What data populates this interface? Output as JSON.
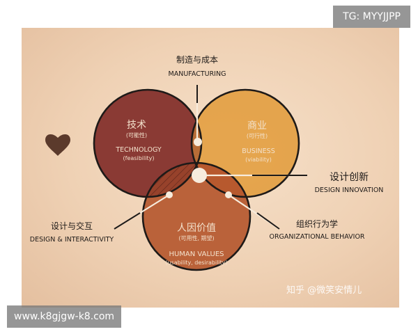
{
  "watermarks": {
    "top_right": "TG: MYYJJPP",
    "bottom_left": "www.k8gjgw-k8.com",
    "zhihu": "知乎 @微笑安情儿"
  },
  "diagram": {
    "circles": {
      "technology": {
        "zh": "技术",
        "zh_sub": "(可能性)",
        "en": "TECHNOLOGY",
        "en_sub": "(feasibility)"
      },
      "business": {
        "zh": "商业",
        "zh_sub": "(可行性)",
        "en": "BUSINESS",
        "en_sub": "(viability)"
      },
      "human": {
        "zh": "人因价值",
        "zh_sub": "(可用性, 期望)",
        "en": "HUMAN VALUES",
        "en_sub": "(usability, desirability)"
      }
    },
    "callouts": {
      "manufacturing": {
        "zh": "制造与成本",
        "en": "MANUFACTURING"
      },
      "design_innovation": {
        "zh": "设计创新",
        "en": "DESIGN INNOVATION"
      },
      "design_interactivity": {
        "zh": "设计与交互",
        "en": "DESIGN & INTERACTIVITY"
      },
      "organizational": {
        "zh": "组织行为学",
        "en": "ORGANIZATIONAL BEHAVIOR"
      }
    },
    "colors": {
      "technology": "#8a3a34",
      "business": "#e3a043",
      "human": "#b5582f",
      "outline": "#1e1a18",
      "heart": "#5b3a2c"
    }
  }
}
